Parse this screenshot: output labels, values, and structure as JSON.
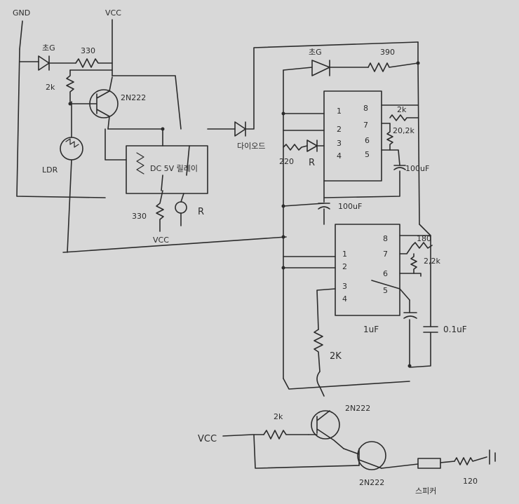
{
  "labels": {
    "gnd": "GND",
    "vcc_top": "VCC",
    "vcc_relay": "VCC",
    "vcc_input": "VCC",
    "led_green_1": "초G",
    "led_green_2": "초G",
    "led_red_1": "R",
    "led_red_2": "R",
    "res_330": "330",
    "res_390": "390",
    "res_2k_1": "2k",
    "res_2k_2": "2k",
    "res_2k_3": "2K",
    "res_2k_4": "2k",
    "res_20_2k": "20,2k",
    "res_220": "220",
    "res_330_b": "330",
    "res_180": "180",
    "res_2_2k": "2,2k",
    "res_120": "120",
    "transistor_1": "2N222",
    "transistor_2": "2N222",
    "transistor_3": "2N222",
    "ldr": "LDR",
    "relay": "DC 5V 릴레이",
    "diode": "다이오드",
    "cap_100uf_1": "100uF",
    "cap_100uf_2": "100uF",
    "cap_1uf": "1uF",
    "cap_0_1uf": "0.1uF",
    "speaker": "스피커",
    "ic1_pins": [
      "1",
      "2",
      "3",
      "4",
      "8",
      "7",
      "6",
      "5"
    ],
    "ic2_pins": [
      "1",
      "2",
      "3",
      "4",
      "8",
      "7",
      "6",
      "5"
    ]
  },
  "colors": {
    "ink": "#2b2b2b",
    "paper": "#d8d8d8"
  }
}
